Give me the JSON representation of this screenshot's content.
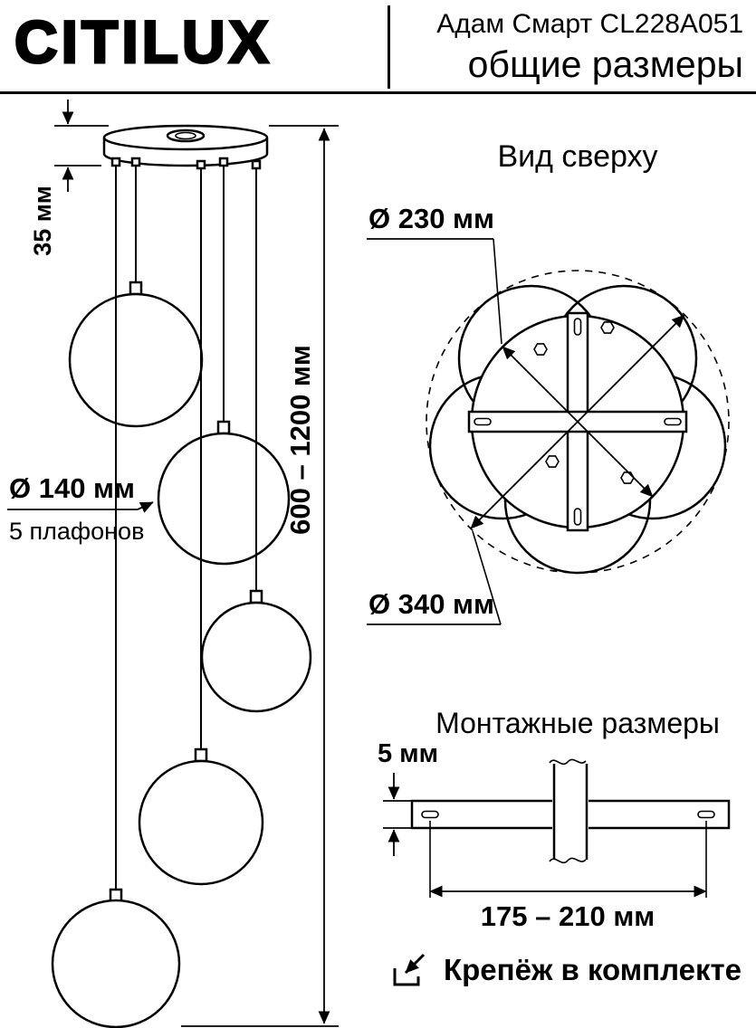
{
  "header": {
    "logo": "CITILUX",
    "model": "Адам Смарт CL228A051",
    "subtitle": "общие размеры"
  },
  "side_view": {
    "canopy_height": "35 мм",
    "suspension_height": "600 – 1200 мм",
    "shade_diameter": "Ø 140 мм",
    "shade_count": "5 плафонов"
  },
  "top_view": {
    "title": "Вид сверху",
    "canopy_diameter": "Ø 230 мм",
    "overall_diameter": "Ø 340 мм"
  },
  "mounting": {
    "title": "Монтажные размеры",
    "plate_thickness": "5 мм",
    "hole_spacing": "175 – 210 мм"
  },
  "footer": {
    "note": "Крепёж в комплекте"
  },
  "colors": {
    "ink": "#000000",
    "paper": "#ffffff"
  }
}
